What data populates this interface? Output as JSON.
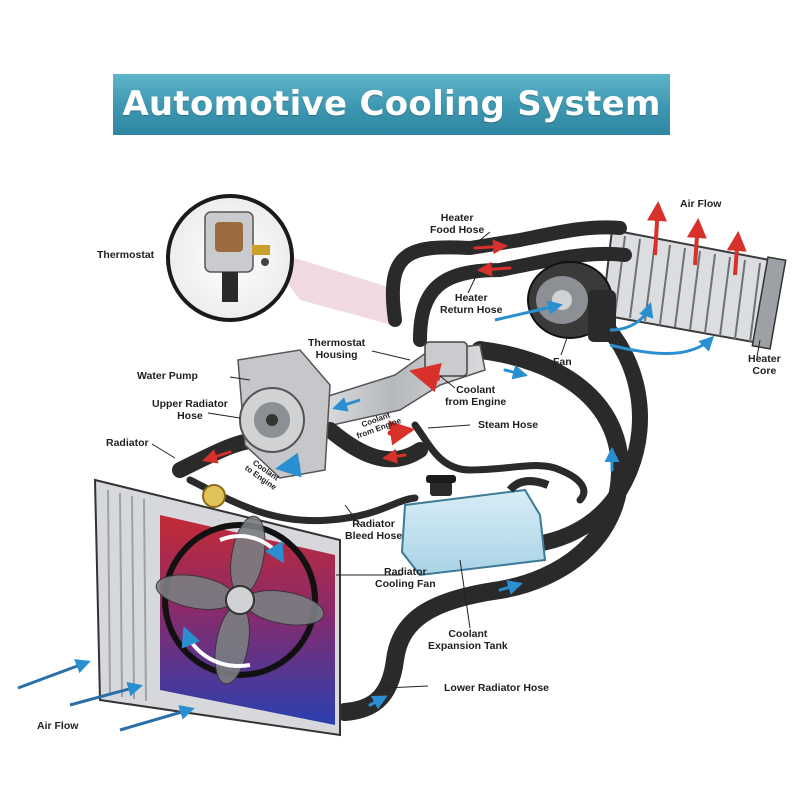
{
  "title": "Automotive Cooling System",
  "labels": {
    "thermostat": "Thermostat",
    "heater_food_hose": "Heater\nFood Hose",
    "air_flow_top": "Air Flow",
    "heater_return_hose": "Heater\nReturn Hose",
    "thermostat_housing": "Thermostat\nHousing",
    "fan": "Fan",
    "heater_core": "Heater\nCore",
    "water_pump": "Water Pump",
    "coolant_from_engine": "Coolant\nfrom Engine",
    "upper_radiator_hose": "Upper Radiator\nHose",
    "coolant_from_engine_small": "Coolant\nfrom Engine",
    "steam_hose": "Steam Hose",
    "radiator": "Radiator",
    "coolant_to_engine": "Coolant\nto Engine",
    "radiator_bleed_hose": "Radiator\nBleed Hose",
    "radiator_cooling_fan": "Radiator\nCooling Fan",
    "coolant_expansion_tank": "Coolant\nExpansion Tank",
    "lower_radiator_hose": "Lower Radiator Hose",
    "air_flow_bottom": "Air Flow"
  },
  "colors": {
    "title_bar": "#3d97b1",
    "hose": "#2a2a2a",
    "flow_arrow_blue": "#2a8fd0",
    "flow_arrow_red": "#d8302a",
    "radiator_hot": "#cc2a35",
    "radiator_cold": "#2a3fb0",
    "expansion_tank": "#bfe0ee",
    "metal": "#b9bcc0"
  },
  "icons": {
    "flow_arrow": "arrow-icon",
    "fan_rotation": "rotation-arrow-icon"
  }
}
